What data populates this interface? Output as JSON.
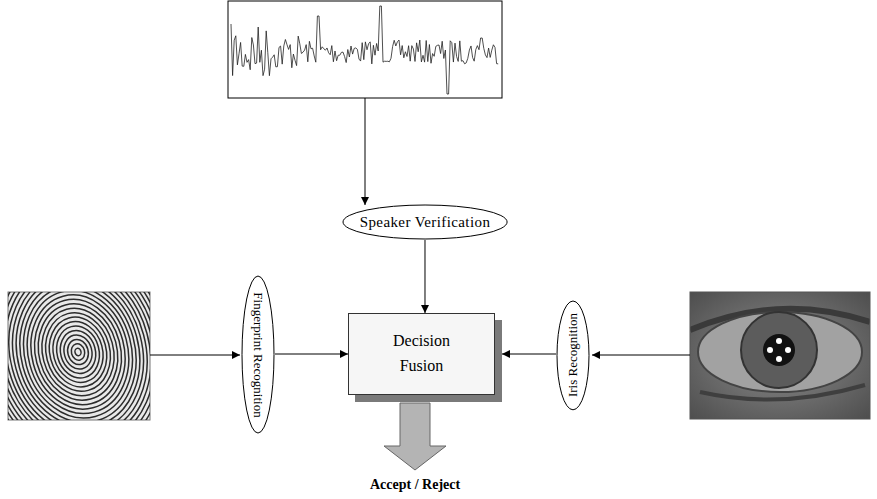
{
  "diagram": {
    "nodes": [
      {
        "text": [
          "Speaker Verification"
        ]
      },
      {
        "text": [
          "Fingerprint Recognition"
        ]
      },
      {
        "text": [
          "Decision Fusion"
        ]
      },
      {
        "text": [
          "Iris Recognition"
        ]
      }
    ],
    "edges": [
      {
        "from": 0,
        "to": 2,
        "arrow": "to"
      },
      {
        "from": 1,
        "to": 2,
        "arrow": "to"
      },
      {
        "from": 3,
        "to": 2,
        "arrow": "to"
      }
    ],
    "labels": [
      "Accept / Reject"
    ]
  }
}
